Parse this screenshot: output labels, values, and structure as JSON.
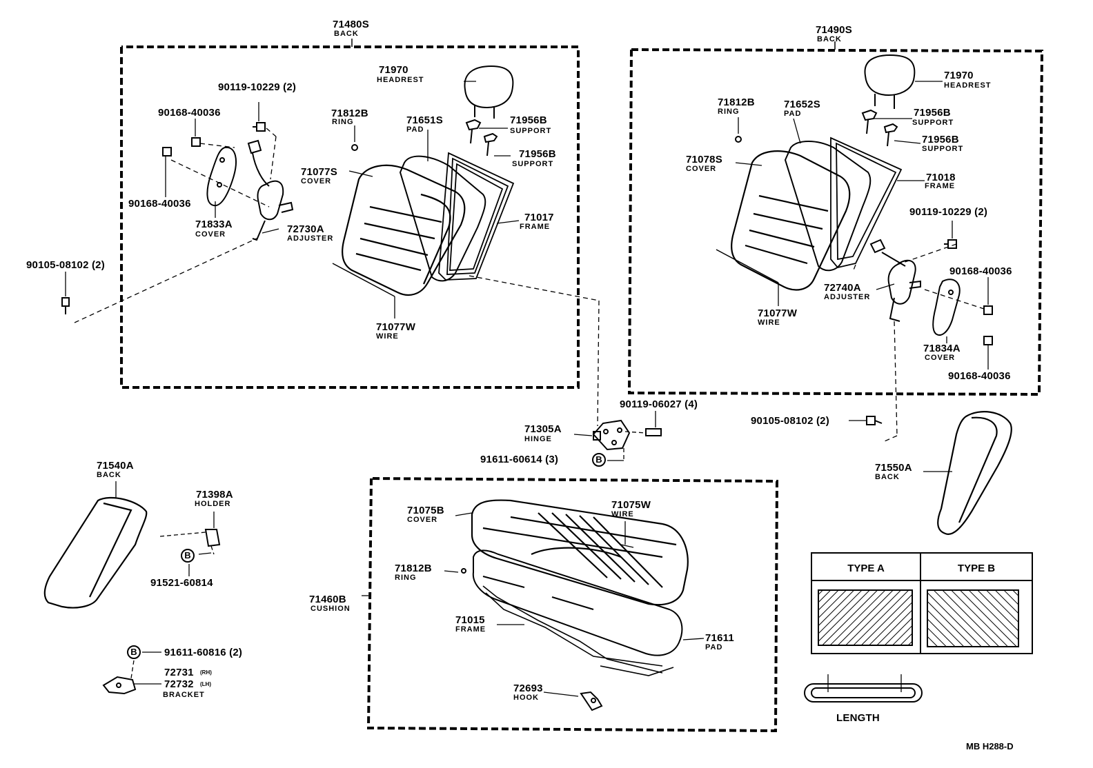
{
  "diagram_code": "MB H288-D",
  "groups": [
    {
      "pn": "71480S",
      "name": "BACK"
    },
    {
      "pn": "71490S",
      "name": "BACK"
    },
    {
      "pn": "71460B",
      "name": "CUSHION"
    }
  ],
  "left_back": {
    "headrest": {
      "pn": "71970",
      "name": "HEADREST"
    },
    "ring": {
      "pn": "71812B",
      "name": "RING"
    },
    "pad": {
      "pn": "71651S",
      "name": "PAD"
    },
    "support1": {
      "pn": "71956B",
      "name": "SUPPORT"
    },
    "support2": {
      "pn": "71956B",
      "name": "SUPPORT"
    },
    "cover": {
      "pn": "71077S",
      "name": "COVER"
    },
    "frame": {
      "pn": "71017",
      "name": "FRAME"
    },
    "wire": {
      "pn": "71077W",
      "name": "WIRE"
    },
    "bolt_a": {
      "pn": "90119-10229 (2)"
    },
    "screw_a": {
      "pn": "90168-40036"
    },
    "screw_b": {
      "pn": "90168-40036"
    },
    "side_cover": {
      "pn": "71833A",
      "name": "COVER"
    },
    "adjuster": {
      "pn": "72730A",
      "name": "ADJUSTER"
    },
    "bolt_b": {
      "pn": "90105-08102 (2)"
    }
  },
  "right_back": {
    "headrest": {
      "pn": "71970",
      "name": "HEADREST"
    },
    "ring": {
      "pn": "71812B",
      "name": "RING"
    },
    "pad": {
      "pn": "71652S",
      "name": "PAD"
    },
    "support1": {
      "pn": "71956B",
      "name": "SUPPORT"
    },
    "support2": {
      "pn": "71956B",
      "name": "SUPPORT"
    },
    "cover": {
      "pn": "71078S",
      "name": "COVER"
    },
    "frame": {
      "pn": "71018",
      "name": "FRAME"
    },
    "bolt_a": {
      "pn": "90119-10229 (2)"
    },
    "screw_a": {
      "pn": "90168-40036"
    },
    "adjuster": {
      "pn": "72740A",
      "name": "ADJUSTER"
    },
    "wire": {
      "pn": "71077W",
      "name": "WIRE"
    },
    "side_cover": {
      "pn": "71834A",
      "name": "COVER"
    },
    "screw_b": {
      "pn": "90168-40036"
    }
  },
  "hinge_area": {
    "bolt": {
      "pn": "90119-06027 (4)"
    },
    "hinge": {
      "pn": "71305A",
      "name": "HINGE"
    },
    "screw": {
      "pn": "91611-60614 (3)",
      "ref": "B"
    },
    "bolt_r": {
      "pn": "90105-08102 (2)"
    }
  },
  "armrest_left": {
    "back": {
      "pn": "71540A",
      "name": "BACK"
    },
    "holder": {
      "pn": "71398A",
      "name": "HOLDER"
    },
    "screw": {
      "pn": "91521-60814",
      "ref": "B"
    },
    "screw2": {
      "pn": "91611-60816 (2)",
      "ref": "B"
    },
    "bracket_rh": {
      "pn": "72731",
      "suffix": "(RH)"
    },
    "bracket_lh": {
      "pn": "72732",
      "suffix": "(LH)",
      "name": "BRACKET"
    }
  },
  "armrest_right": {
    "pn": "71550A",
    "name": "BACK"
  },
  "cushion": {
    "cover": {
      "pn": "71075B",
      "name": "COVER"
    },
    "wire": {
      "pn": "71075W",
      "name": "WIRE"
    },
    "ring": {
      "pn": "71812B",
      "name": "RING"
    },
    "frame": {
      "pn": "71015",
      "name": "FRAME"
    },
    "pad": {
      "pn": "71611",
      "name": "PAD"
    },
    "hook": {
      "pn": "72693",
      "name": "HOOK"
    }
  },
  "type_table": {
    "type_a": "TYPE A",
    "type_b": "TYPE B",
    "length_label": "LENGTH"
  }
}
